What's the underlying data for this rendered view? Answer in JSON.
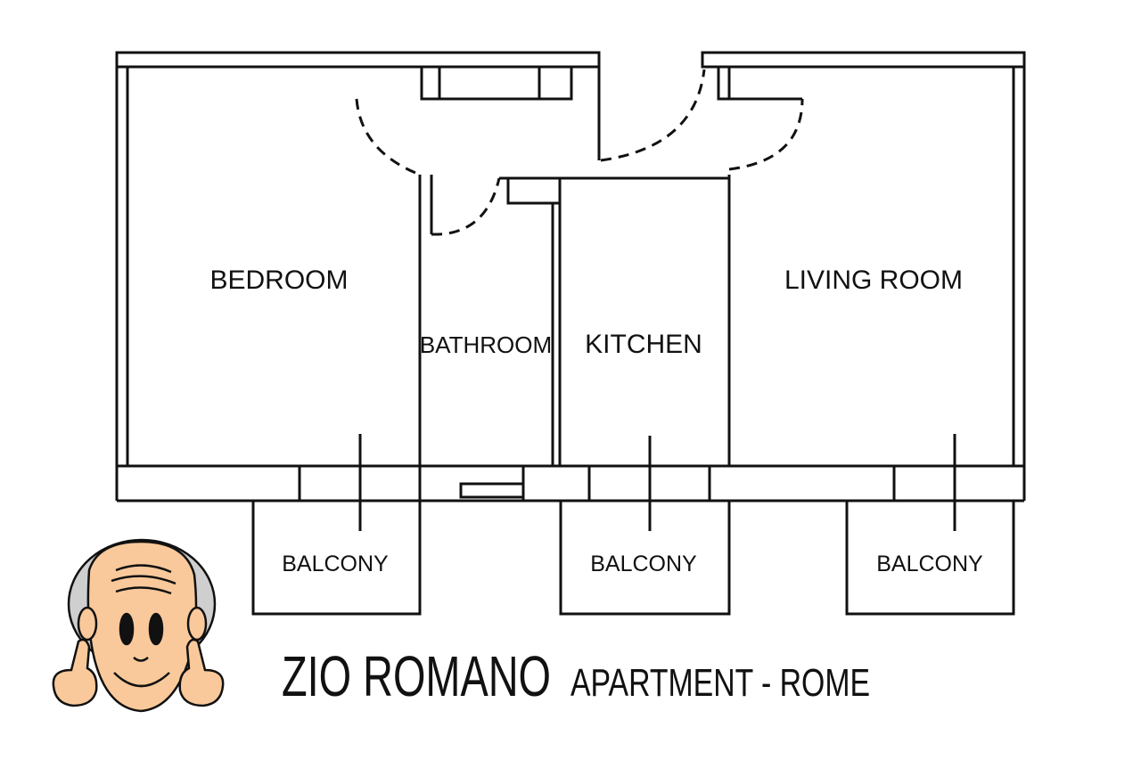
{
  "rooms": {
    "bedroom": "BEDROOM",
    "bathroom": "BATHROOM",
    "kitchen": "KITCHEN",
    "living_room": "LIVING ROOM"
  },
  "balconies": [
    "BALCONY",
    "BALCONY",
    "BALCONY"
  ],
  "branding": {
    "name": "ZIO ROMANO",
    "subtitle": "APARTMENT - ROME"
  },
  "colors": {
    "line": "#111111",
    "skin": "#f9c99b",
    "hair": "#cfcfcf"
  },
  "mascot_icon": "smiling-old-man-thumbs-up-icon"
}
